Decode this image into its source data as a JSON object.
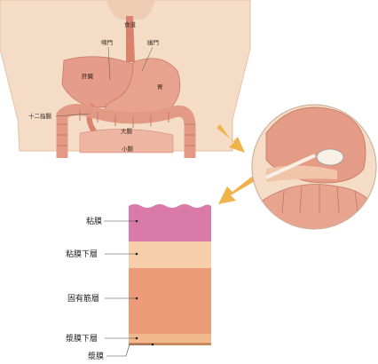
{
  "figure": {
    "top_labels": {
      "esophagus": "食道",
      "cardia": "噴門",
      "pylorus": "幽門",
      "liver": "肝臓",
      "stomach": "胃",
      "duodenum": "十二指腸",
      "colon": "大腸",
      "small_intestine": "小腸"
    },
    "layers": [
      {
        "label": "粘膜",
        "color": "#d97aa8"
      },
      {
        "label": "粘膜下層",
        "color": "#f6cfaa"
      },
      {
        "label": "固有筋層",
        "color": "#ec9c78"
      },
      {
        "label": "漿膜下層",
        "color": "#f2b88e"
      },
      {
        "label": "漿膜",
        "color": "#c98a5e"
      }
    ],
    "colors": {
      "skin": "#f5dcc7",
      "body_outline": "#e3c2a6",
      "organ": "#e7a38e",
      "organ_dark": "#d9826c",
      "arrow": "#f0b24a"
    }
  }
}
